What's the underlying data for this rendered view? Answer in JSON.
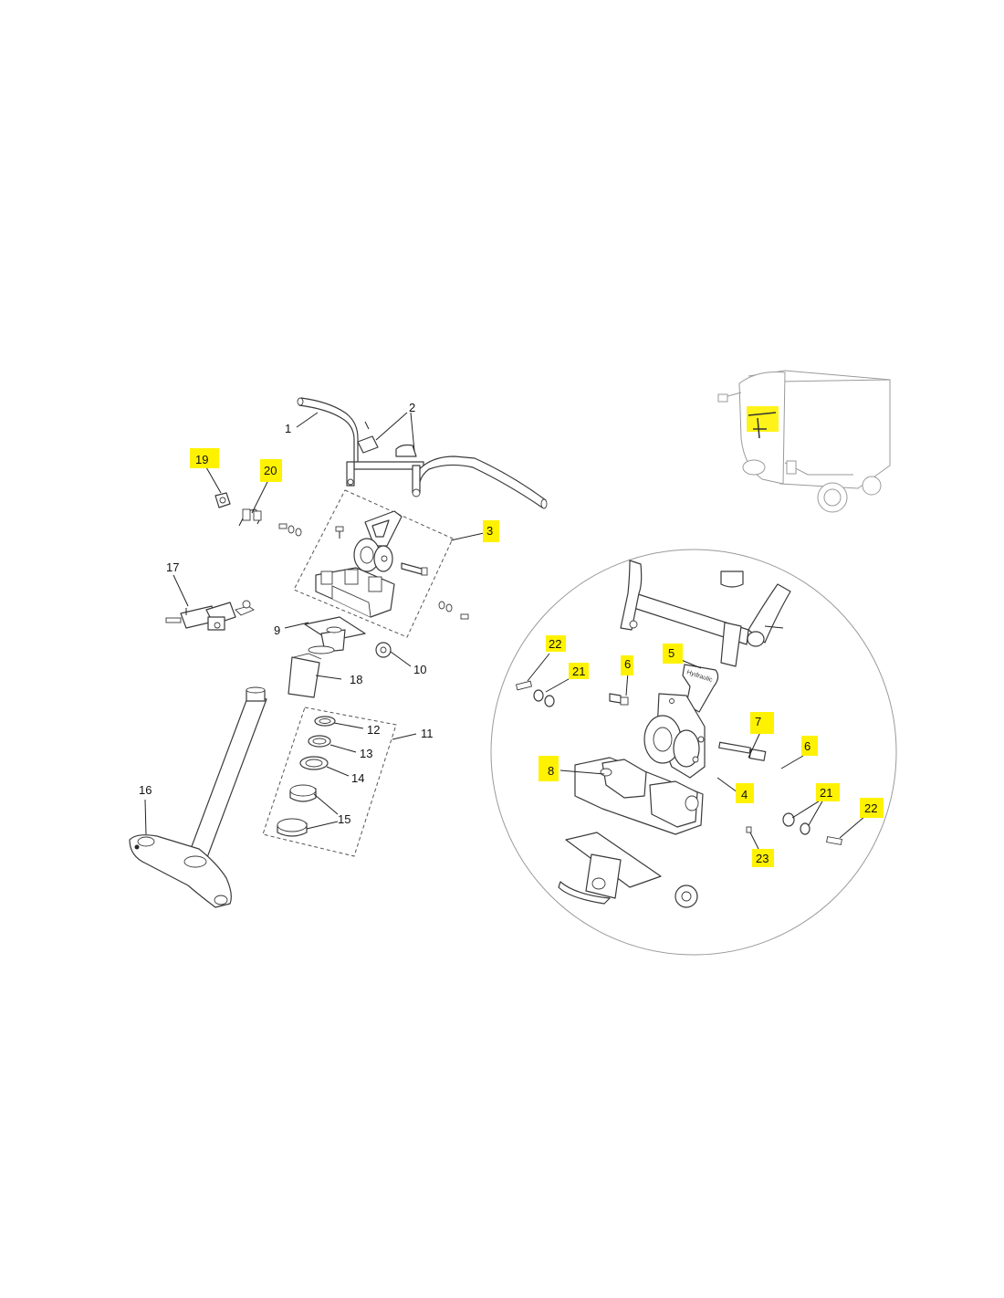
{
  "colors": {
    "highlight": "#fff200",
    "line": "#3a3a3a",
    "frame": "#9a9a9a"
  },
  "main_labels": {
    "l1": "1",
    "l2": "2",
    "l3": "3",
    "l9": "9",
    "l10": "10",
    "l11": "11",
    "l12": "12",
    "l13": "13",
    "l14": "14",
    "l15": "15",
    "l16": "16",
    "l17": "17",
    "l18": "18",
    "l19": "19",
    "l20": "20"
  },
  "detail_labels": {
    "l4": "4",
    "l5": "5",
    "l6a": "6",
    "l6b": "6",
    "l7": "7",
    "l8": "8",
    "l21a": "21",
    "l21b": "21",
    "l22a": "22",
    "l22b": "22",
    "l23": "23"
  },
  "highlighted_labels": [
    "3",
    "5",
    "7",
    "8",
    "19",
    "20",
    "21",
    "22",
    "23",
    "4",
    "6"
  ],
  "brand_text": "Hydraulic"
}
